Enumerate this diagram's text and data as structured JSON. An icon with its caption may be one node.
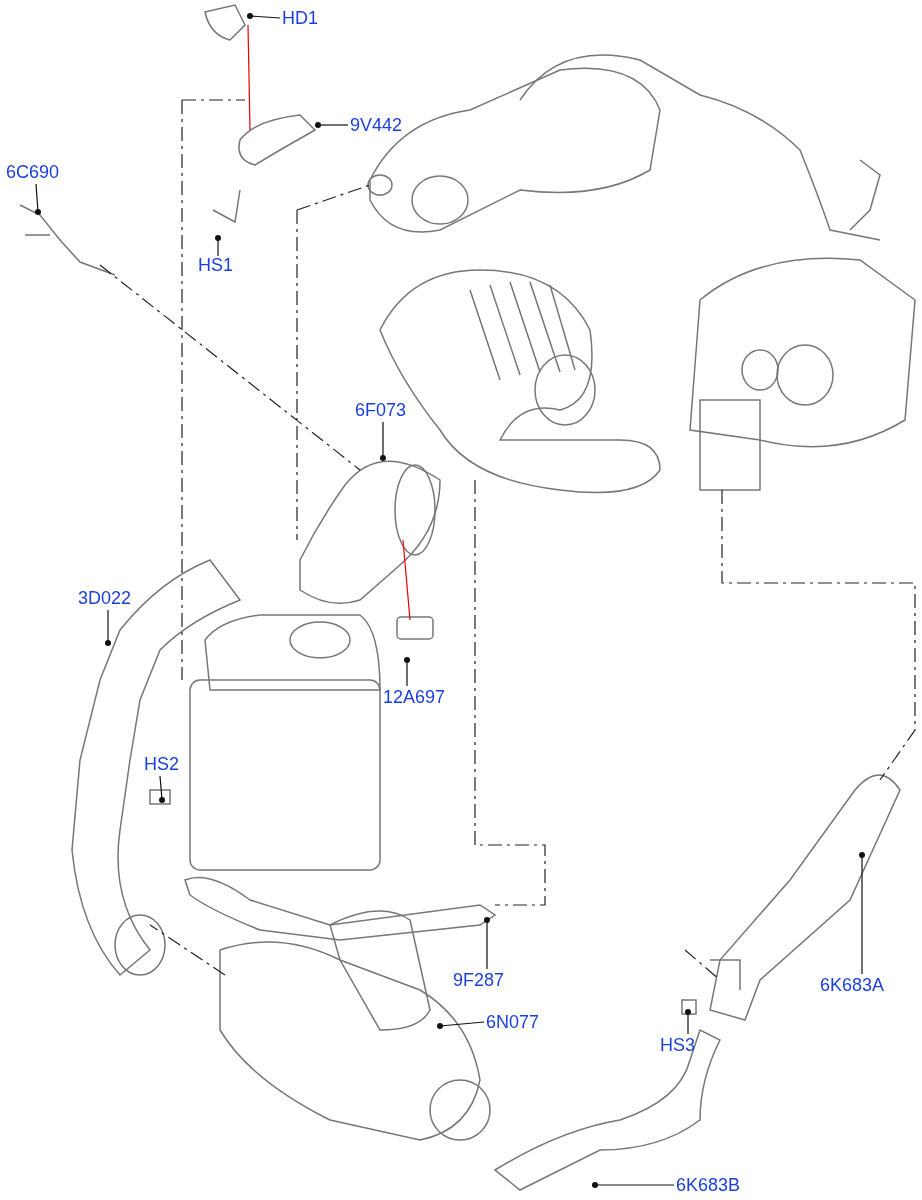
{
  "diagram": {
    "nodes": [
      {
        "text": [
          "HD1"
        ]
      },
      {
        "text": [
          "9V442"
        ]
      },
      {
        "text": [
          "6C690"
        ]
      },
      {
        "text": [
          "HS1"
        ]
      },
      {
        "text": [
          "6F073"
        ]
      },
      {
        "text": [
          "3D022"
        ]
      },
      {
        "text": [
          "12A697"
        ]
      },
      {
        "text": [
          "HS2"
        ]
      },
      {
        "text": [
          "9F287"
        ]
      },
      {
        "text": [
          "6N077"
        ]
      },
      {
        "text": [
          "6K683A"
        ]
      },
      {
        "text": [
          "HS3"
        ]
      },
      {
        "text": [
          "6K683B"
        ]
      }
    ],
    "edges": [
      {
        "from": 0,
        "to": null,
        "arrow": "other"
      },
      {
        "from": 1,
        "to": null,
        "arrow": "other"
      },
      {
        "from": 2,
        "to": null,
        "arrow": "other"
      },
      {
        "from": 3,
        "to": null,
        "arrow": "other"
      },
      {
        "from": 4,
        "to": null,
        "arrow": "other"
      },
      {
        "from": 5,
        "to": null,
        "arrow": "other"
      },
      {
        "from": 6,
        "to": null,
        "arrow": "other"
      },
      {
        "from": 7,
        "to": null,
        "arrow": "other"
      },
      {
        "from": 8,
        "to": null,
        "arrow": "other"
      },
      {
        "from": 9,
        "to": null,
        "arrow": "other"
      },
      {
        "from": 10,
        "to": null,
        "arrow": "other"
      },
      {
        "from": 11,
        "to": null,
        "arrow": "other"
      },
      {
        "from": 12,
        "to": null,
        "arrow": "other"
      }
    ]
  }
}
